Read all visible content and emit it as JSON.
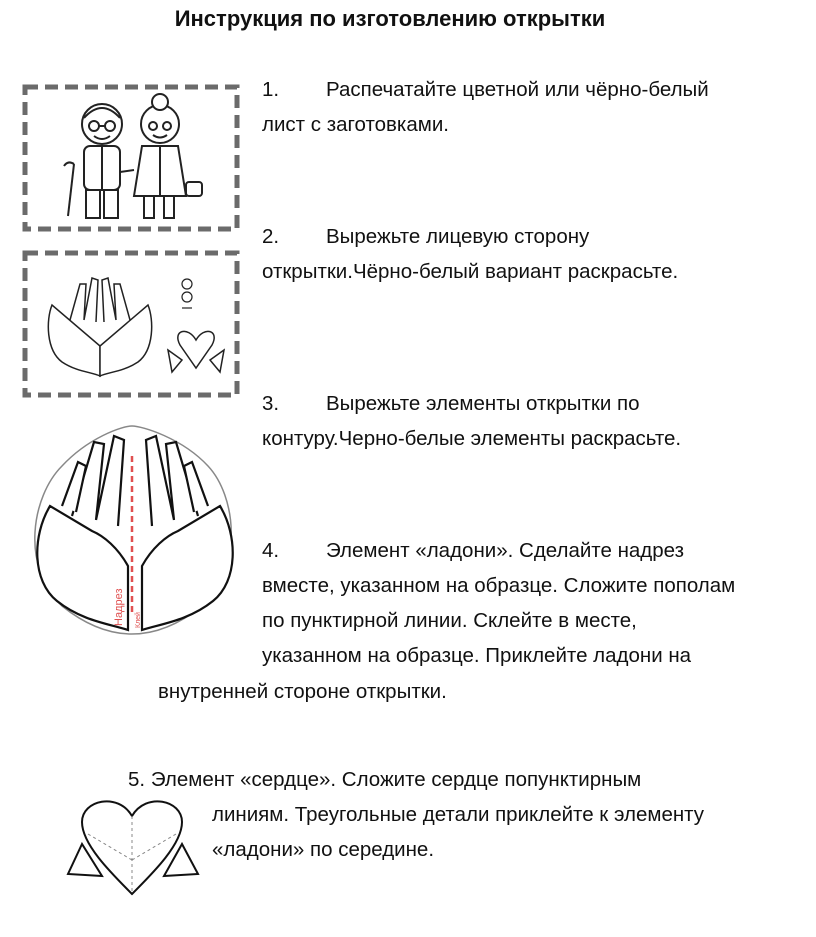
{
  "title": "Инструкция по изготовлению открытки",
  "steps": [
    {
      "num": "1.",
      "line1": "Распечатайте цветной или чёрно-белый",
      "line2": "лист с заготовками."
    },
    {
      "num": "2.",
      "line1": "Вырежьте лицевую сторону",
      "line2": "открытки.Чёрно-белый вариант раскрасьте."
    },
    {
      "num": "3.",
      "line1": "Вырежьте элементы открытки по",
      "line2": "контуру.Черно-белые элементы раскрасьте."
    },
    {
      "num": "4.",
      "line1": "Элемент «ладони». Сделайте надрез",
      "line2": "вместе, указанном на образце. Сложите пополам",
      "line3": "по пунктирной линии. Склейте в месте,",
      "line4": "указанном на образце. Приклейте ладони на",
      "line5": "внутренней стороне открытки."
    },
    {
      "num": "5.",
      "line1": "Элемент «сердце». Сложите сердце попунктирным",
      "line2": "линиям. Треугольные детали приклейте к элементу",
      "line3": "«ладони» по середине."
    }
  ],
  "diagram": {
    "cut_label": "Надрез",
    "glue_label": "Клей"
  },
  "colors": {
    "cut_line": "#e05050",
    "frame": "#6b6b6b"
  },
  "icons": [
    "elderly-couple-icon",
    "hands-icon",
    "heart-icon"
  ]
}
